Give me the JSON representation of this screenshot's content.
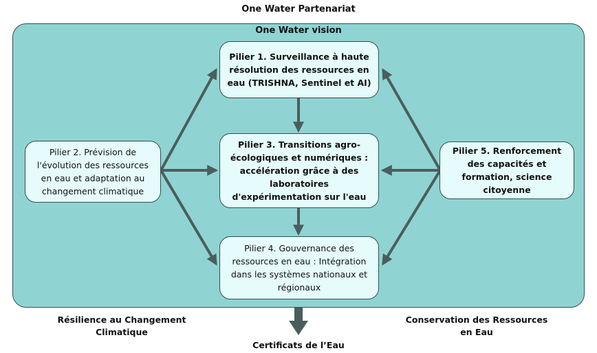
{
  "title": "One Water Partenariat",
  "vision": "One Water vision",
  "pillars": {
    "p1": "Pilier 1. Surveillance à haute résolution des ressources en eau (TRISHNA, Sentinel et AI)",
    "p2": "Pilier 2. Prévision de l'évolution des ressources en eau et adaptation au changement climatique",
    "p3": "Pilier 3. Transitions agro-écologiques et numériques : accélération grâce à des laboratoires d'expérimentation sur l'eau",
    "p4": "Pilier 4. Gouvernance des ressources en eau : Intégration dans les systèmes nationaux et régionaux",
    "p5": "Pilier 5. Renforcement des capacités et formation, science citoyenne"
  },
  "outcomes": {
    "left": "Résilience au Changement Climatique",
    "right": "Conservation des Ressources en Eau",
    "bottom": "Certificats de l’Eau"
  },
  "colors": {
    "panel": "#8fd4d2",
    "box": "#e6fbfb",
    "arrow": "#4a5e5e"
  }
}
